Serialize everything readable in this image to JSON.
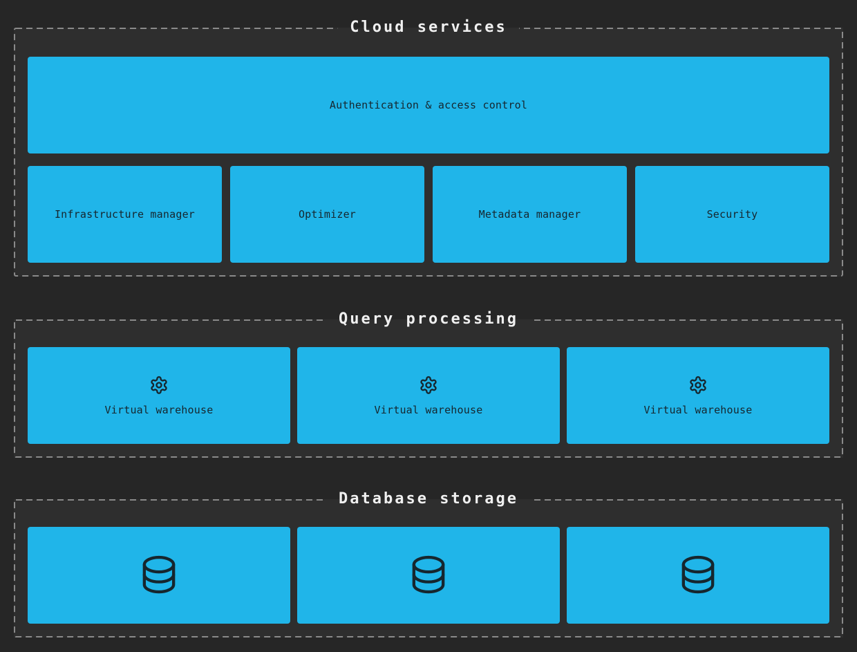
{
  "colors": {
    "page_bg": "#262626",
    "section_bg": "#2e2e2e",
    "section_border": "#8a8a8a",
    "title_text": "#f0f0f0",
    "box_fill": "#20b5e9",
    "box_text": "#16262e"
  },
  "sections": {
    "cloud_services": {
      "title": "Cloud services",
      "wide_box": {
        "label": "Authentication & access control"
      },
      "boxes": [
        {
          "label": "Infrastructure manager"
        },
        {
          "label": "Optimizer"
        },
        {
          "label": "Metadata manager"
        },
        {
          "label": "Security"
        }
      ]
    },
    "query_processing": {
      "title": "Query processing",
      "boxes": [
        {
          "icon": "gear-icon",
          "label": "Virtual warehouse"
        },
        {
          "icon": "gear-icon",
          "label": "Virtual warehouse"
        },
        {
          "icon": "gear-icon",
          "label": "Virtual warehouse"
        }
      ]
    },
    "database_storage": {
      "title": "Database storage",
      "boxes": [
        {
          "icon": "database-icon"
        },
        {
          "icon": "database-icon"
        },
        {
          "icon": "database-icon"
        }
      ]
    }
  }
}
